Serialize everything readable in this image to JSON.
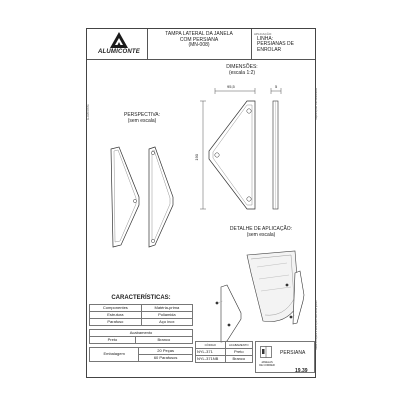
{
  "brand": {
    "name": "ALUMICONTE"
  },
  "title": {
    "line1": "TAMPA LATERAL DA JANELA",
    "line2": "COM PERSIANA",
    "code": "(MN-008)"
  },
  "application": {
    "label": "APLICAÇÃO:",
    "lines": [
      "LINHA:",
      "PERSIANAS DE",
      "ENROLAR"
    ]
  },
  "dimensions": {
    "label": "DIMENSÕES:",
    "scale": "(escala 1:2)",
    "width": "95,5",
    "height": "190",
    "thickness": "5"
  },
  "perspective": {
    "label": "PERSPECTIVA:",
    "note": "(sem escala)"
  },
  "detail": {
    "label": "DETALHE DE APLICAÇÃO:",
    "note": "(sem escala)"
  },
  "characteristics": {
    "label": "CARACTERÍSTICAS:",
    "header": [
      "Componentes",
      "Matéria-prima"
    ],
    "rows": [
      [
        "Estrutura",
        "Poliamida"
      ],
      [
        "Parafuso",
        "Aço inox"
      ]
    ]
  },
  "finish": {
    "label": "Acabamento",
    "values": [
      "Preto",
      "Branco"
    ]
  },
  "packaging": {
    "label": "Embalagem",
    "values": [
      "20 Peças",
      "60 Parafusos"
    ]
  },
  "codes": {
    "header": [
      "CÓDIGO",
      "ACABAMENTO"
    ],
    "rows": [
      [
        "NYL-371",
        "Preto"
      ],
      [
        "NYL-371NB",
        "Branco"
      ]
    ]
  },
  "category": {
    "name": "PERSIANA",
    "sub": [
      "JANELAS",
      "DE CORRER"
    ]
  },
  "page": "19.39",
  "side_notes": {
    "left": "ALUMICONTE",
    "right_top": "Reproduções não autorizadas",
    "right_bottom": "Desenho sujeito a alterações sem aviso prévio"
  }
}
